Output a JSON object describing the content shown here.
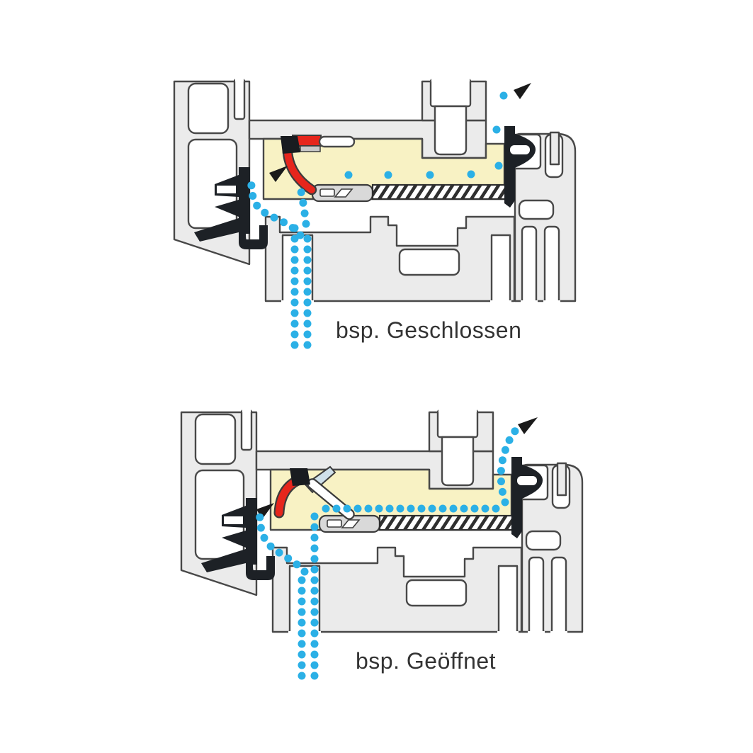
{
  "figure": {
    "kind": "window-rebate-ventilator-cross-section",
    "panels": [
      {
        "id": "closed",
        "caption": "bsp. Geschlossen",
        "state": "closed"
      },
      {
        "id": "open",
        "caption": "bsp. Geöffnet",
        "state": "open"
      }
    ]
  },
  "colors": {
    "background": "#ffffff",
    "profile_fill": "#ebebeb",
    "profile_outline": "#484848",
    "chamber_yellow": "#f8f2c4",
    "flap_red": "#e6261c",
    "seal_black": "#1d2126",
    "airflow_blue": "#2bb0e6",
    "blade_pale_blue": "#cfe0ea",
    "rail_gray": "#d9d9d9",
    "caption_text": "#333333"
  },
  "icons": {
    "airflow_dots": "dotted-line-airflow",
    "direction_arrows": "black-triangle-arrows"
  }
}
